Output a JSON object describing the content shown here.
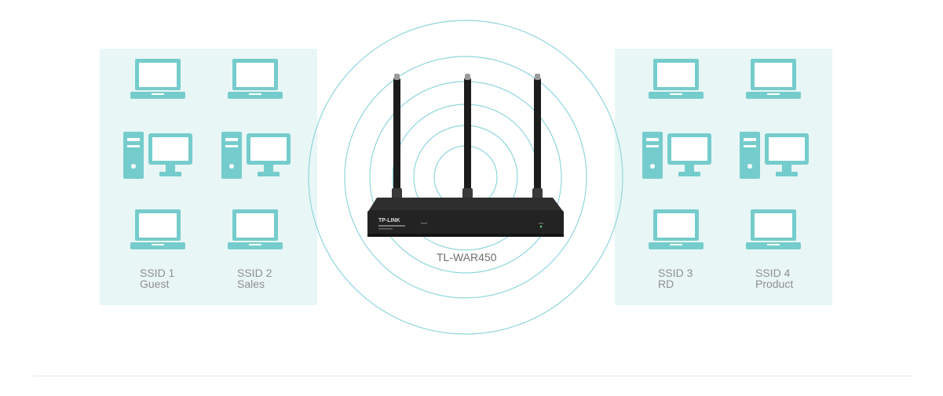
{
  "colors": {
    "panel": "#e9f6f6",
    "icon": "#75cccc",
    "ring": "#8fd6dc",
    "router": "#232323"
  },
  "router": {
    "model": "TL-WAR450",
    "brand": "TP-LINK"
  },
  "groups": [
    {
      "side": "left",
      "ssid": "SSID 1",
      "name": "Guest"
    },
    {
      "side": "left",
      "ssid": "SSID 2",
      "name": "Sales"
    },
    {
      "side": "right",
      "ssid": "SSID 3",
      "name": "RD"
    },
    {
      "side": "right",
      "ssid": "SSID 4",
      "name": "Product"
    }
  ],
  "devices": [
    "laptop-icon",
    "desktop-icon",
    "laptop-icon"
  ]
}
